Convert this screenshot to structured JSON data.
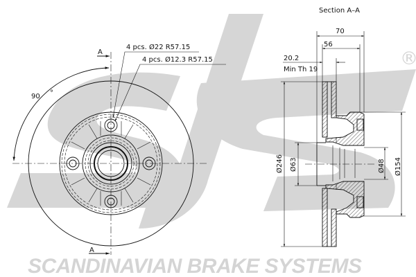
{
  "watermark": {
    "logo": "sbs",
    "registered": "®",
    "tagline": "SCANDINAVIAN BRAKE SYSTEMS",
    "color": "#d6d6d6"
  },
  "front_view": {
    "section_marker_top": "A",
    "section_marker_bottom": "A",
    "angle_label": "90",
    "angle_dot": "°",
    "callout_holes_large": "4 pcs.  Ø22  R57.15",
    "callout_holes_small": "4 pcs.  Ø12.3  R57.15"
  },
  "section_view": {
    "title": "Section  A–A",
    "dim_overall_height": "70",
    "dim_disc_offset": "56",
    "dim_thickness": "20.2",
    "dim_min_thickness": "Min  Th  19",
    "dim_outer_diameter": "Ø246",
    "dim_center_bore": "Ø63",
    "dim_inner_bore": "Ø48",
    "dim_hub_diameter": "Ø154"
  }
}
